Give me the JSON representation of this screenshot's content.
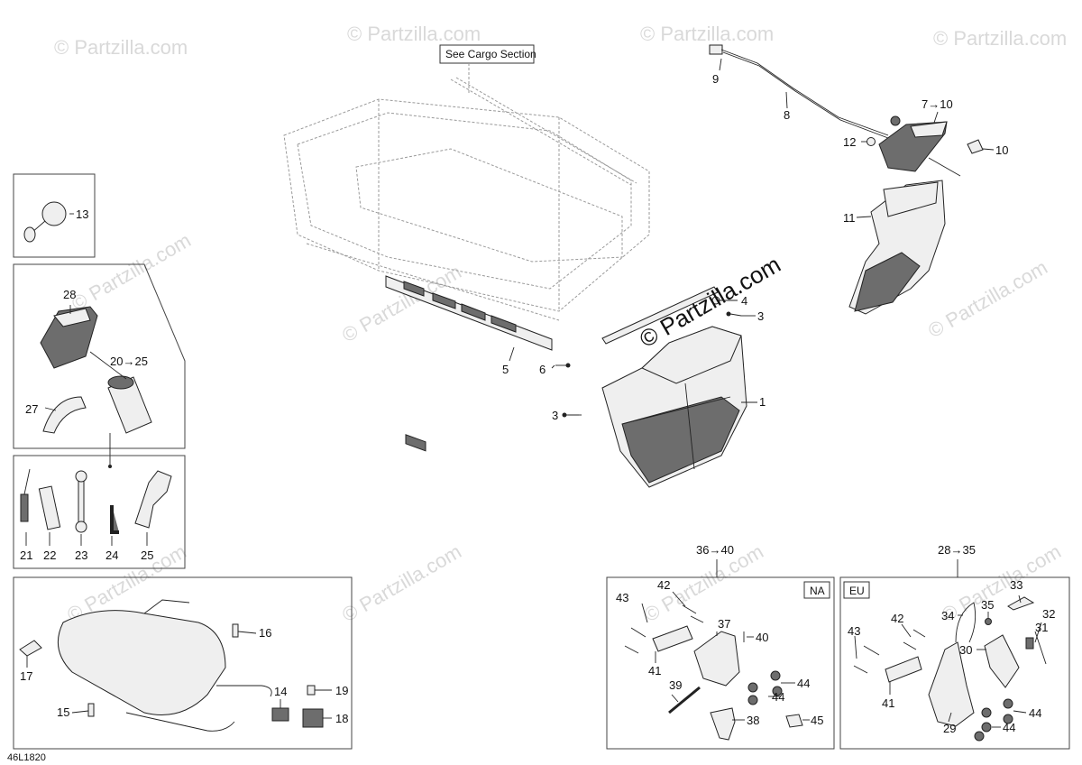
{
  "drawing_code": "46L1820",
  "see_cargo_label": "See Cargo Section",
  "watermark": {
    "main": "© Partzilla.com",
    "repeat": "© Partzilla.com"
  },
  "region_tags": {
    "na": "NA",
    "eu": "EU"
  },
  "callouts": {
    "c1": "1",
    "c3a": "3",
    "c3b": "3",
    "c4": "4",
    "c5": "5",
    "c6": "6",
    "c7_10": "7→10",
    "c8": "8",
    "c9": "9",
    "c10": "10",
    "c11": "11",
    "c12": "12",
    "c13": "13",
    "c14": "14",
    "c15": "15",
    "c16": "16",
    "c17": "17",
    "c18": "18",
    "c19": "19",
    "c20_25": "20→25",
    "c21": "21",
    "c22": "22",
    "c23": "23",
    "c24": "24",
    "c25": "25",
    "c27": "27",
    "c28": "28",
    "c36_40": "36→40",
    "c28_35": "28→35",
    "na37": "37",
    "na38": "38",
    "na39": "39",
    "na40": "40",
    "na41": "41",
    "na42": "42",
    "na43": "43",
    "na44a": "44",
    "na44b": "44",
    "na45": "45",
    "eu29": "29",
    "eu30": "30",
    "eu31": "31",
    "eu32": "32",
    "eu33": "33",
    "eu34": "34",
    "eu35": "35",
    "eu41": "41",
    "eu42": "42",
    "eu43": "43",
    "eu44a": "44",
    "eu44b": "44"
  }
}
